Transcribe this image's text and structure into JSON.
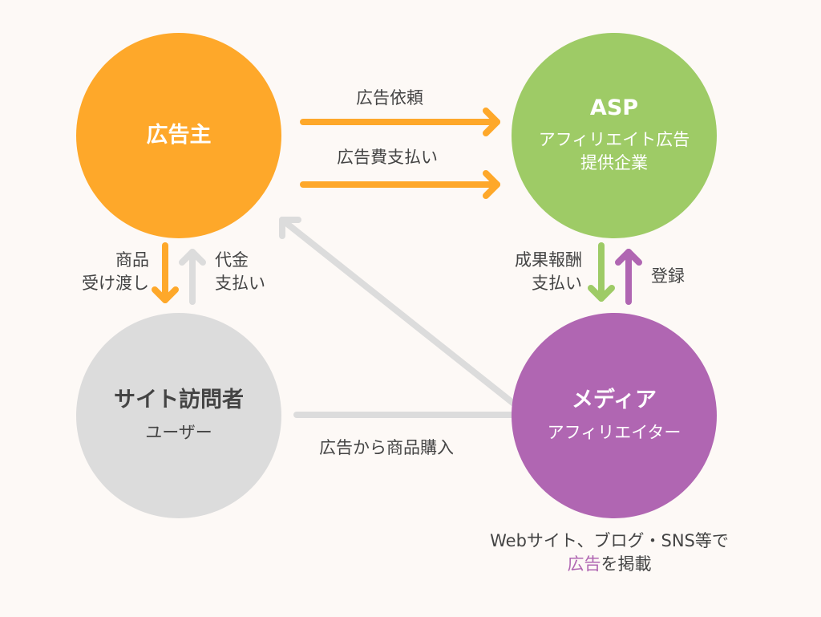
{
  "colors": {
    "background": "#fdf9f6",
    "advertiser": "#fea82a",
    "asp": "#9ecb66",
    "visitor": "#dcdcdc",
    "media": "#b066b2",
    "text_dark": "#444444",
    "text_light": "#ffffff",
    "arrow_gray": "#dcdcdc"
  },
  "nodes": {
    "advertiser": {
      "title": "広告主"
    },
    "asp": {
      "title": "ASP",
      "sub_line1": "アフィリエイト広告",
      "sub_line2": "提供企業"
    },
    "visitor": {
      "title": "サイト訪問者",
      "sub": "ユーザー"
    },
    "media": {
      "title": "メディア",
      "sub": "アフィリエイター"
    }
  },
  "edges": {
    "ad_request": "広告依頼",
    "ad_fee_payment": "広告費支払い",
    "goods_delivery_line1": "商品",
    "goods_delivery_line2": "受け渡し",
    "price_payment_line1": "代金",
    "price_payment_line2": "支払い",
    "reward_payment_line1": "成果報酬",
    "reward_payment_line2": "支払い",
    "registration": "登録",
    "purchase_via_ad": "広告から商品購入"
  },
  "footnote": {
    "line1": "Webサイト、ブログ・SNS等で",
    "line2_accent": "広告",
    "line2_rest": "を掲載"
  }
}
